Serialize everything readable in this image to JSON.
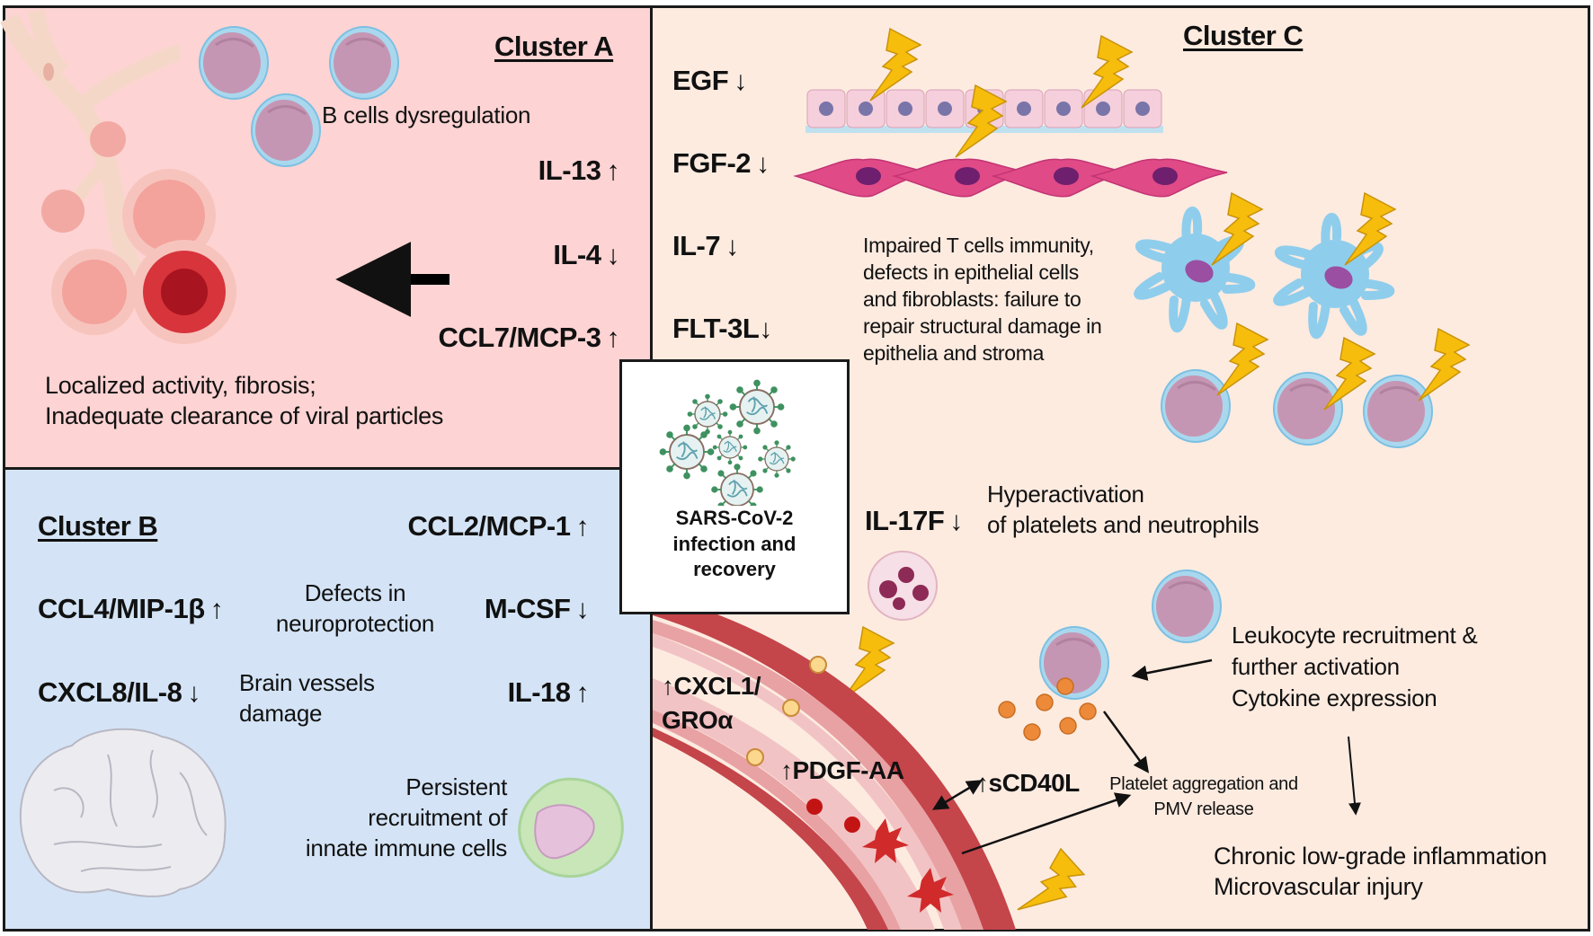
{
  "cluster_a": {
    "title": "Cluster A",
    "cell_label": "B cells dysregulation",
    "markers": [
      {
        "name": "IL-13",
        "direction": "↑"
      },
      {
        "name": "IL-4",
        "direction": "↓"
      },
      {
        "name": "CCL7/MCP-3",
        "direction": "↑"
      }
    ],
    "summary_line1": "Localized activity, fibrosis;",
    "summary_line2": "Inadequate clearance of viral particles",
    "background": "#fdd3d3"
  },
  "cluster_b": {
    "title": "Cluster B",
    "markers_left": [
      {
        "name": "CCL4/MIP-1β",
        "direction": "↑"
      },
      {
        "name": "CXCL8/IL-8",
        "direction": "↓"
      }
    ],
    "markers_right": [
      {
        "name": "CCL2/MCP-1",
        "direction": "↑"
      },
      {
        "name": "M-CSF",
        "direction": "↓"
      },
      {
        "name": "IL-18",
        "direction": "↑"
      }
    ],
    "neuro_line1": "Defects in",
    "neuro_line2": "neuroprotection",
    "vessel_line1": "Brain vessels",
    "vessel_line2": "damage",
    "innate_line1": "Persistent",
    "innate_line2": "recruitment of",
    "innate_line3": "innate immune cells",
    "background": "#d4e4f6"
  },
  "center": {
    "line1": "SARS-CoV-2",
    "line2": "infection and",
    "line3": "recovery"
  },
  "cluster_c": {
    "title": "Cluster C",
    "markers_top": [
      {
        "name": "EGF",
        "direction": "↓"
      },
      {
        "name": "FGF-2",
        "direction": "↓"
      },
      {
        "name": "IL-7",
        "direction": "↓"
      },
      {
        "name": "FLT-3L",
        "direction": "↓"
      }
    ],
    "impaired_lines": [
      "Impaired T cells immunity,",
      "defects in epithelial cells",
      "and fibroblasts: failure to",
      "repair structural damage in",
      "epithelia and stroma"
    ],
    "il17f": {
      "name": "IL-17F",
      "direction": "↓"
    },
    "hyper_line1": "Hyperactivation",
    "hyper_line2": "of platelets and neutrophils",
    "cxcl1_line1": "↑CXCL1/",
    "cxcl1_line2": "GROα",
    "pdgf": "↑PDGF-AA",
    "scd40l": "↑sCD40L",
    "platelet_line1": "Platelet aggregation and",
    "platelet_line2": "PMV release",
    "leuko_lines": [
      "Leukocyte recruitment &",
      "further activation",
      "Cytokine expression"
    ],
    "chronic_line1": "Chronic low-grade inflammation",
    "chronic_line2": "Microvascular injury",
    "background": "#fdebe0"
  },
  "colors": {
    "lightning": "#f7bd0c",
    "vessel": "#c4454a",
    "virus": "#3f9160"
  }
}
